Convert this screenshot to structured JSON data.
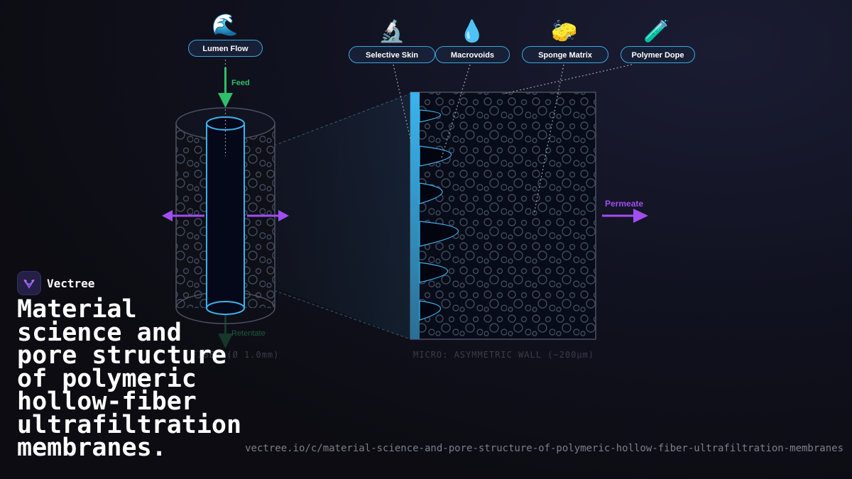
{
  "labels": {
    "lumen_flow": "Lumen Flow",
    "selective_skin": "Selective Skin",
    "macrovoids": "Macrovoids",
    "sponge_matrix": "Sponge Matrix",
    "polymer_dope": "Polymer Dope"
  },
  "icons": {
    "lumen_flow": "🌊",
    "selective_skin": "🔬",
    "macrovoids": "💧",
    "sponge_matrix": "🧽",
    "polymer_dope": "🧪"
  },
  "flows": {
    "feed": "Feed",
    "retentate": "Retentate",
    "permeate": "Permeate"
  },
  "captions": {
    "fiber": "FIBER (Ø 1.0mm)",
    "micro": "MICRO: ASYMMETRIC WALL (~200μm)"
  },
  "brand": {
    "name": "Vectree"
  },
  "title": "Material science and pore structure of polymeric hollow-fiber ultrafiltration membranes.",
  "url": "vectree.io/c/material-science-and-pore-structure-of-polymeric-hollow-fiber-ultrafiltration-membranes",
  "colors": {
    "accent_blue": "#3ab4ee",
    "feed_green": "#2fbf6a",
    "permeate_purple": "#a24df2",
    "pill_border": "#3aa8e0"
  }
}
